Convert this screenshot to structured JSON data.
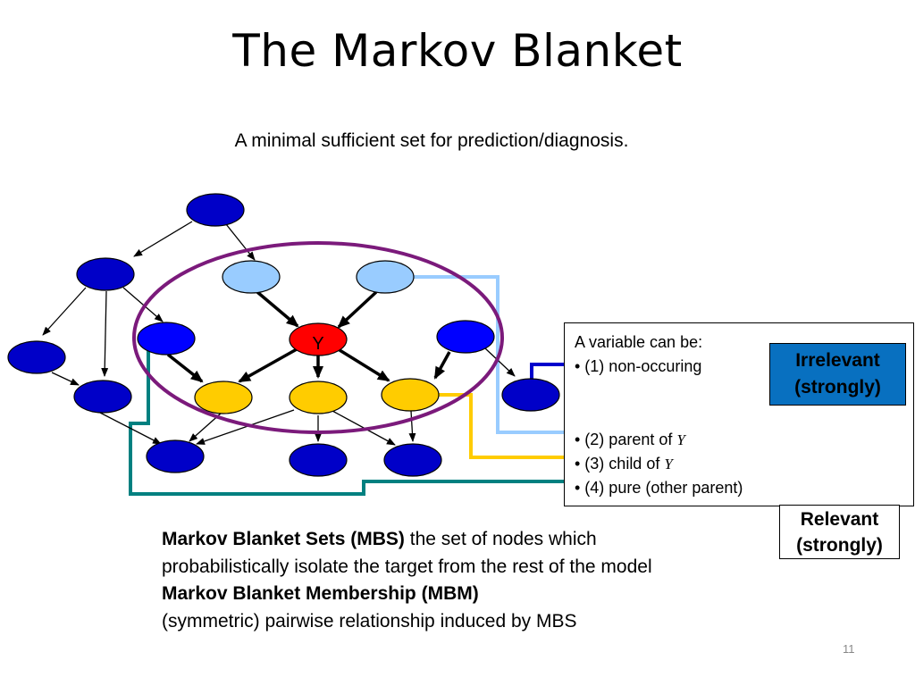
{
  "slide": {
    "title": "The Markov Blanket",
    "subtitle": "A minimal sufficient set for prediction/diagnosis.",
    "page_number": "11"
  },
  "graph": {
    "target_label": "Y",
    "colors": {
      "irrelevant_node": "#0000c8",
      "parent_node": "#99ccff",
      "target_node": "#ff0000",
      "child_node": "#ffcc00",
      "spouse_node": "#0000ff",
      "markov_blanket_ellipse": "#7b1a7b",
      "parent_connector": "#99ccff",
      "child_connector": "#ffcc00",
      "spouse_connector": "#008080",
      "nonoccurring_connector": "#0000cc"
    }
  },
  "info_box": {
    "heading": "A variable can be:",
    "items": [
      "• (1) non-occuring",
      "• (2) parent of ",
      "• (3) child of ",
      "• (4) pure (other parent)"
    ],
    "target_symbol": "Y"
  },
  "irrelevant_box": {
    "line1": "Irrelevant",
    "line2": "(strongly)"
  },
  "relevant_box": {
    "line1": "Relevant",
    "line2": "(strongly)"
  },
  "bottom_text": {
    "mbs_term": "Markov Blanket Sets (MBS)",
    "mbs_definition": " the set of nodes which probabilistically isolate the target from the rest of the model",
    "mbm_term": "Markov Blanket Membership (MBM)",
    "mbm_definition": "(symmetric) pairwise relationship induced by MBS"
  }
}
